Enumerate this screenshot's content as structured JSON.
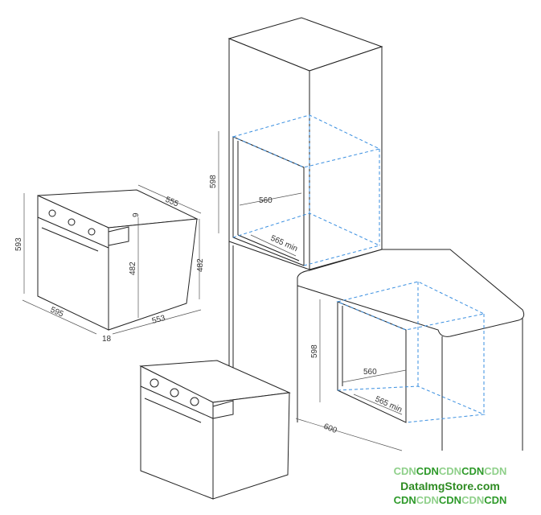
{
  "left_oven": {
    "height_label": "593",
    "width_label": "595",
    "depth_label": "555",
    "panel_gap_label": "9",
    "body_height_front_label": "482",
    "body_height_back_label": "482",
    "body_depth_label": "553",
    "door_thickness_label": "18"
  },
  "tall_unit": {
    "niche_height_label": "598",
    "niche_width_label": "560",
    "niche_depth_label": "565 min"
  },
  "base_unit": {
    "niche_height_label": "598",
    "niche_width_label": "560",
    "niche_depth_label": "565 min",
    "cabinet_depth_label": "600"
  },
  "watermark": {
    "line1": [
      "CDN",
      "CDN",
      "CDN",
      "CDN",
      "CDN"
    ],
    "line2": "DataImgStore.com",
    "line3": [
      "CDN",
      "CDN",
      "CDN",
      "CDN",
      "CDN"
    ]
  },
  "colors": {
    "dashed_outline": "#3a8fe0",
    "watermark_green": "#2e8b22"
  }
}
